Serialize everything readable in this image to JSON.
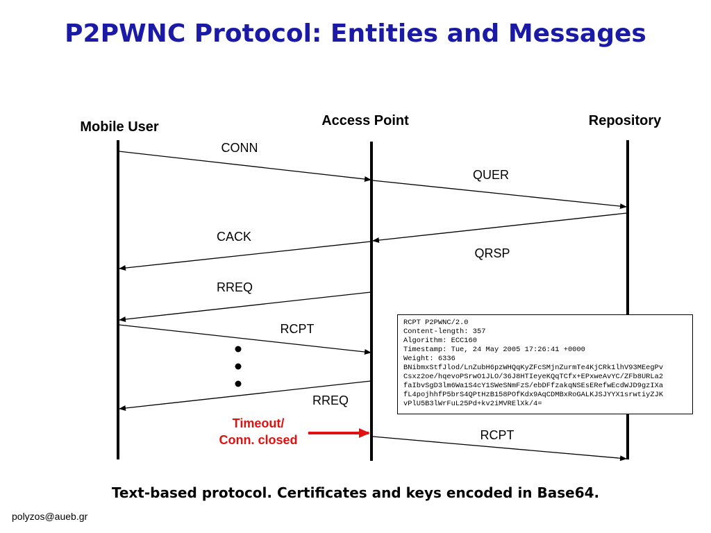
{
  "title": "P2PWNC Protocol: Entities and Messages",
  "entities": {
    "mobile_user": "Mobile User",
    "access_point": "Access Point",
    "repository": "Repository"
  },
  "messages": {
    "conn": "CONN",
    "quer": "QUER",
    "cack": "CACK",
    "qrsp": "QRSP",
    "rreq": "RREQ",
    "rcpt": "RCPT",
    "rreq2": "RREQ",
    "rcpt2": "RCPT"
  },
  "note": {
    "line1": "Timeout/",
    "line2": "Conn. closed",
    "color": "#e0120f"
  },
  "receipt_lines": [
    "RCPT P2PWNC/2.0",
    "Content-length: 357",
    "Algorithm: ECC160",
    "Timestamp: Tue, 24 May 2005 17:26:41 +0000",
    "Weight: 6336",
    "BNibmxStfJlod/LnZubH6pzWHQqKyZFcSMjnZurmTe4KjCRk1lhV93MEegPv",
    "Csxz2oe/hqevoPSrwO1JLO/36J8HTIeyeKQqTCfx+EPxweAvYC/ZFb8URLa2",
    "faIbvSgD3lm6Wa1S4cY1SWeSNmFzS/ebDFfzakqNSEsERefwEcdWJD9gzIXa",
    "fL4pojhhfP5brS4QPtHzB158POfKdx9AqCDMBxRoGALKJSJYYX1srwtiyZJK",
    "vPlU5B3lWrFuL25Pd+kv2iMVRElXk/4="
  ],
  "bottom_text": "Text-based protocol. Certificates and keys encoded in Base64.",
  "footer": "polyzos@aueb.gr",
  "colors": {
    "title": "#1a1aa6",
    "note_arrow": "#e0120f"
  }
}
